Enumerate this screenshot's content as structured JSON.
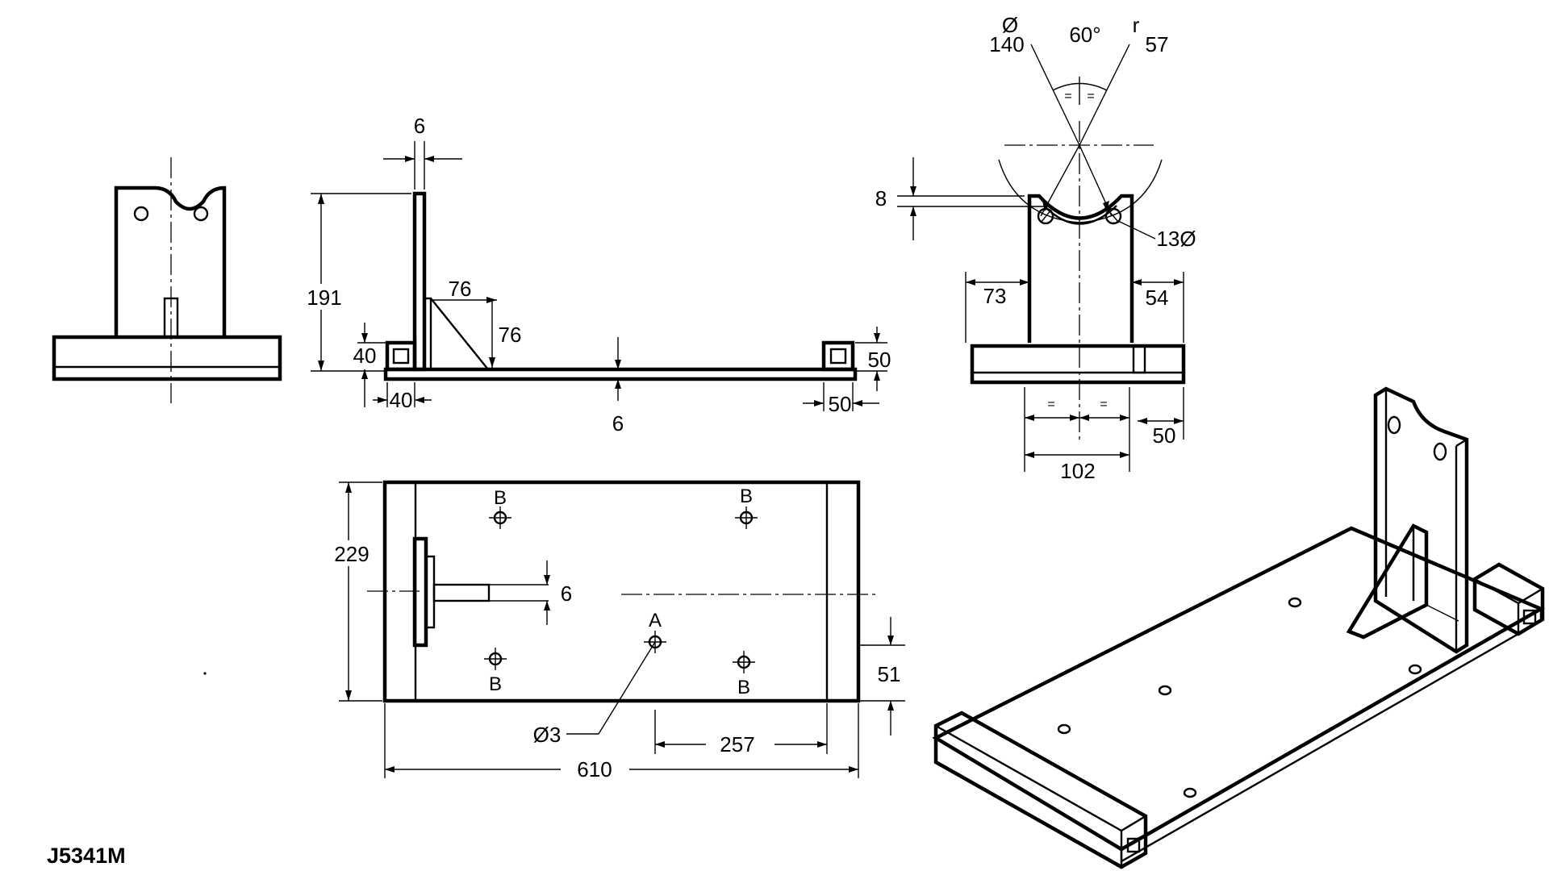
{
  "figure_code": "J5341M",
  "side_elevation": {
    "thickness_top": "6",
    "height": "191",
    "gusset_width": "76",
    "gusset_height": "76",
    "tube_height_left": "40",
    "tube_width_left": "40",
    "tube_height_right": "50",
    "tube_width_right": "50",
    "plate_thickness": "6"
  },
  "end_view": {
    "diameter_symbol": "Ø",
    "diameter": "140",
    "angle": "60°",
    "radius_symbol": "r",
    "radius": "57",
    "offset": "8",
    "hole": "13Ø",
    "left_width": "73",
    "right_width": "54",
    "equal_left": "=",
    "equal_right": "=",
    "equal_angle_left": "=",
    "equal_angle_right": "=",
    "base_span": "102",
    "edge": "50"
  },
  "plan_view": {
    "depth": "229",
    "pin_dia": "6",
    "hole_letter_a": "A",
    "hole_letter_b1": "B",
    "hole_letter_b2": "B",
    "hole_letter_b3": "B",
    "hole_letter_b4": "B",
    "hole_dia": "Ø3",
    "hole_offset": "51",
    "hole_spacing": "257",
    "length": "610"
  }
}
